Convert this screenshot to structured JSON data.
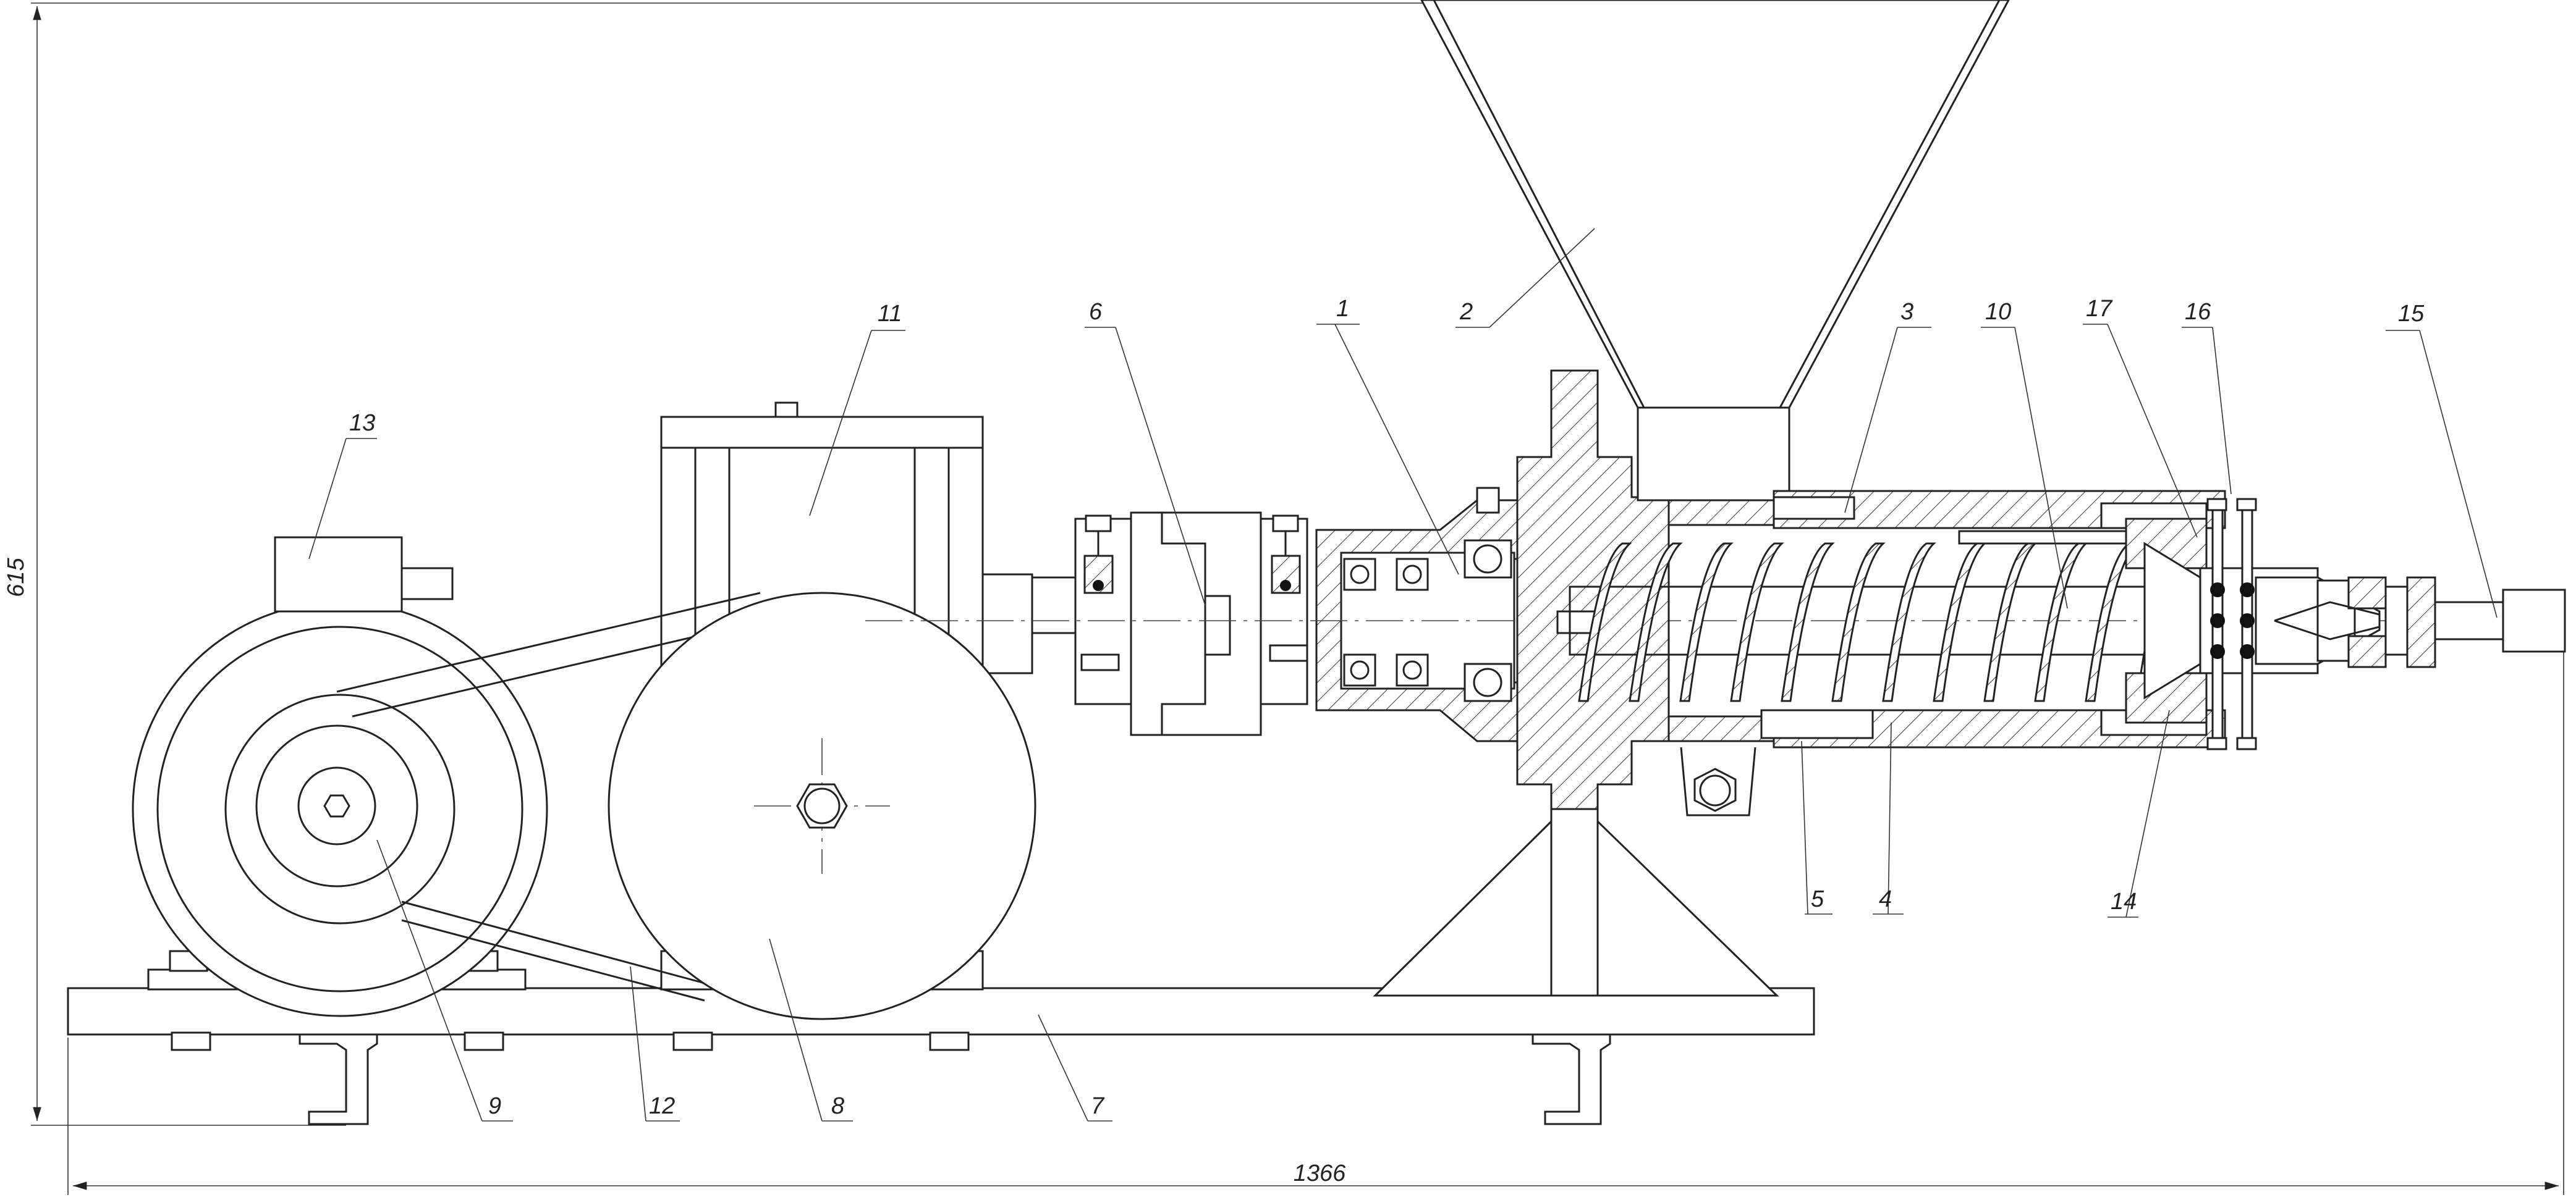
{
  "dimensions": {
    "height_label": "615",
    "length_label": "1366"
  },
  "callouts": [
    {
      "id": "1",
      "text": "1"
    },
    {
      "id": "2",
      "text": "2"
    },
    {
      "id": "3",
      "text": "3"
    },
    {
      "id": "4",
      "text": "4"
    },
    {
      "id": "5",
      "text": "5"
    },
    {
      "id": "6",
      "text": "6"
    },
    {
      "id": "7",
      "text": "7"
    },
    {
      "id": "8",
      "text": "8"
    },
    {
      "id": "9",
      "text": "9"
    },
    {
      "id": "10",
      "text": "10"
    },
    {
      "id": "11",
      "text": "11"
    },
    {
      "id": "12",
      "text": "12"
    },
    {
      "id": "13",
      "text": "13"
    },
    {
      "id": "14",
      "text": "14"
    },
    {
      "id": "15",
      "text": "15"
    },
    {
      "id": "16",
      "text": "16"
    },
    {
      "id": "17",
      "text": "17"
    }
  ],
  "colors": {
    "line": "#222222",
    "background": "#ffffff"
  }
}
